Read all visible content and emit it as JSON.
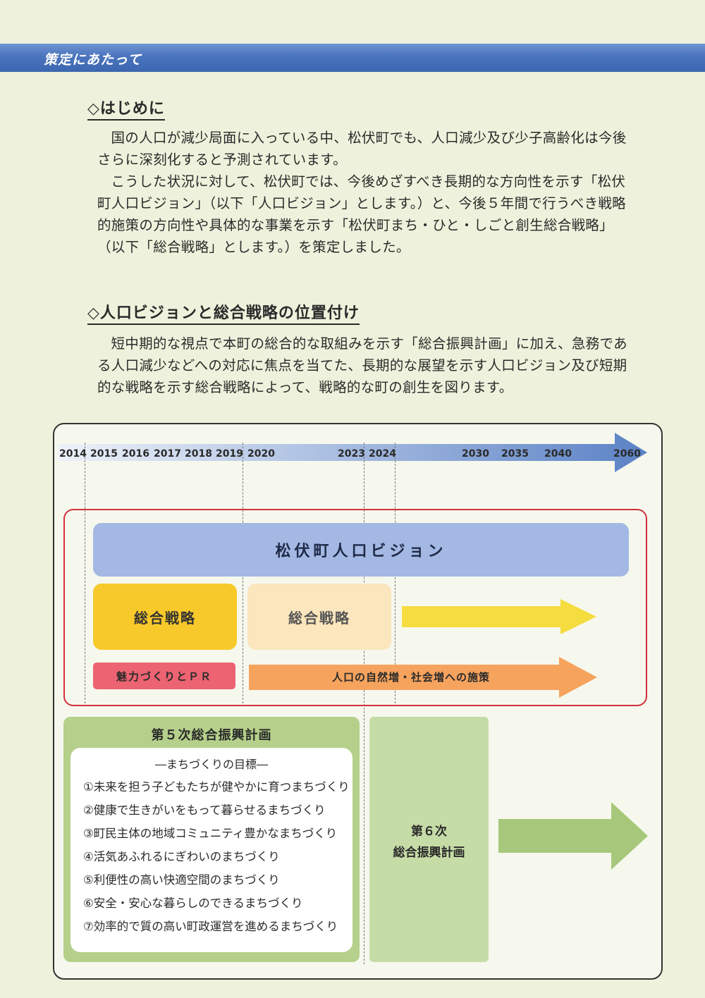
{
  "header": {
    "title": "策定にあたって"
  },
  "intro": {
    "heading": "◇はじめに",
    "paragraph1": "国の人口が減少局面に入っている中、松伏町でも、人口減少及び少子高齢化は今後さらに深刻化すると予測されています。",
    "paragraph2": "こうした状況に対して、松伏町では、今後めざすべき長期的な方向性を示す「松伏町人口ビジョン」（以下「人口ビジョン」とします。）と、今後５年間で行うべき戦略的施策の方向性や具体的な事業を示す「松伏町まち・ひと・しごと創生総合戦略」（以下「総合戦略」とします。）を策定しました。"
  },
  "positioning": {
    "heading": "◇人口ビジョンと総合戦略の位置付け",
    "paragraph": "短中期的な視点で本町の総合的な取組みを示す「総合振興計画」に加え、急務である人口減少などへの対応に焦点を当てた、長期的な展望を示す人口ビジョン及び短期的な戦略を示す総合戦略によって、戦略的な町の創生を図ります。"
  },
  "diagram": {
    "years": [
      "2014",
      "2015",
      "2016",
      "2017",
      "2018",
      "2019",
      "2020",
      "2023",
      "2024",
      "2030",
      "2035",
      "2040",
      "2060"
    ],
    "vision_label": "松伏町人口ビジョン",
    "strategy_first": "総合戦略",
    "strategy_second": "総合戦略",
    "pr_label": "魅力づくりとＰＲ",
    "measures_label": "人口の自然増・社会増への施策",
    "plan5": {
      "title": "第５次総合振興計画",
      "goals_heading": "―まちづくりの目標―",
      "goals": [
        "①未来を担う子どもたちが健やかに育つまちづくり",
        "②健康で生きがいをもって暮らせるまちづくり",
        "③町民主体の地域コミュニティ豊かなまちづくり",
        "④活気あふれるにぎわいのまちづくり",
        "⑤利便性の高い快適空間のまちづくり",
        "⑥安全・安心な暮らしのできるまちづくり",
        "⑦効率的で質の高い町政運営を進めるまちづくり"
      ]
    },
    "plan6": {
      "line1": "第６次",
      "line2": "総合振興計画"
    }
  },
  "colors": {
    "header": "#4a74bd",
    "vision": "#a3b8e2",
    "strategy": "#f8c92a",
    "strategy_next": "#fbe6bd",
    "pr": "#ec6371",
    "measures": "#f6a35e",
    "plan5": "#b5d08a",
    "plan6": "#c6dca6",
    "frame": "#d2303a"
  }
}
